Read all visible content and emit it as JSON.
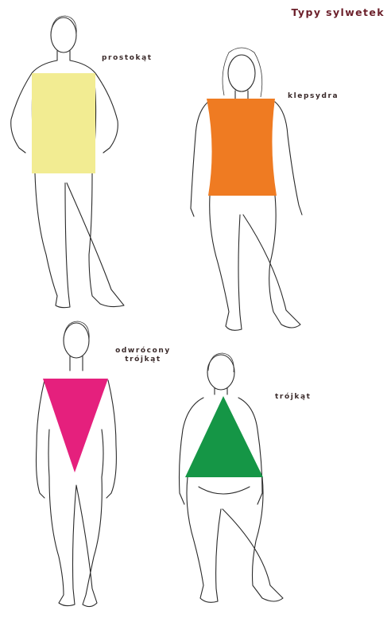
{
  "title": "Typy sylwetek",
  "colors": {
    "title": "#6b1f2a",
    "rectangle": "#f2ec92",
    "hourglass": "#ef7b22",
    "inverted_triangle": "#e5207d",
    "triangle": "#159646",
    "outline": "#2a2a2a"
  },
  "figures": [
    {
      "label": "prostokąt",
      "shape": "rectangle"
    },
    {
      "label": "klepsydra",
      "shape": "hourglass"
    },
    {
      "label_line1": "odwrócony",
      "label_line2": "trójkąt",
      "shape": "inverted-triangle"
    },
    {
      "label": "trójkąt",
      "shape": "triangle"
    }
  ]
}
